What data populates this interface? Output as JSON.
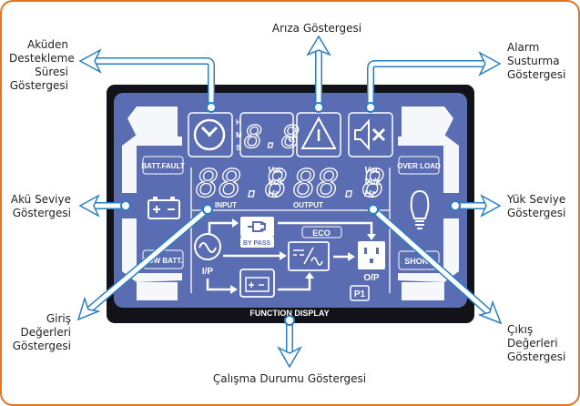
{
  "callouts": {
    "backup_time": "Aküden Destekleme Süresi Göstergesi",
    "fault": "Arıza Göstergesi",
    "alarm_mute": "Alarm Susturma Göstergesi",
    "battery_level": "Akü Seviye Göstergesi",
    "load_level": "Yük Seviye Göstergesi",
    "input_values": "Giriş Değerleri Göstergesi",
    "output_values": "Çıkış Değerleri Göstergesi",
    "operating_mode": "Çalışma Durumu Göstergesi"
  },
  "lcd": {
    "time_units": [
      "H",
      "M",
      "S"
    ],
    "time_digits": "8.8",
    "input_digits": "88.8",
    "output_digits": "88.8",
    "units": [
      "Vac",
      "Vdc",
      "Hz"
    ],
    "input_label": "INPUT",
    "output_label": "OUTPUT",
    "batt_fault": "BATT.FAULT",
    "low_batt": "LOW BATT.",
    "over_load": "OVER LOAD",
    "short": "SHORT",
    "bypass": "BY PASS",
    "eco": "ECO",
    "ip": "I/P",
    "op": "O/P",
    "p1": "P1",
    "chevrons": "«",
    "footer": "FUNCTION DISPLAY"
  },
  "colors": {
    "lcd": "#5a6db3",
    "bezel": "#111318",
    "arrow": "#2a7fc0",
    "frame": "#e8731e"
  }
}
